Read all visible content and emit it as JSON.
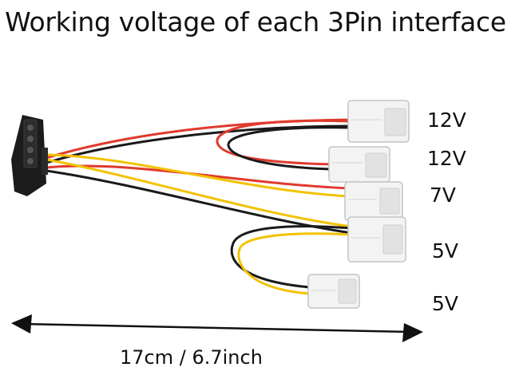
{
  "title": "Working voltage of each 3Pin interface",
  "voltages": [
    "12V",
    "12V",
    "7V",
    "5V",
    "5V"
  ],
  "length_label": "17cm / 6.7inch",
  "colors": {
    "red_wire": "#e03a2e",
    "yellow_wire": "#f2c200",
    "black_wire": "#1a1a1a",
    "connector_body": "#f3f3f3",
    "molex_body": "#1c1c1c"
  }
}
